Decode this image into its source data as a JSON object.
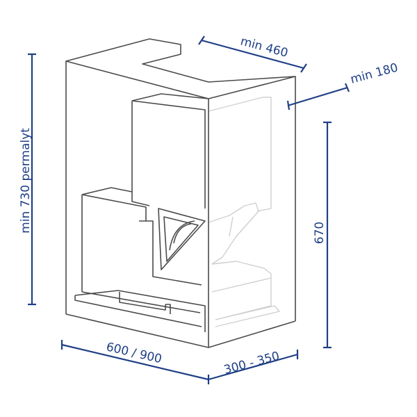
{
  "colors": {
    "dimension": "#1f3f86",
    "outline": "#4a4a4a",
    "hidden_lines": "#cfcfcf",
    "background": "#ffffff"
  },
  "dimensions": {
    "depth_top": "min 460",
    "side_clearance": "min 180",
    "total_height": "min 730 permalyt",
    "insert_height": "670",
    "width": "600 / 900",
    "depth_bottom": "300 - 350"
  }
}
